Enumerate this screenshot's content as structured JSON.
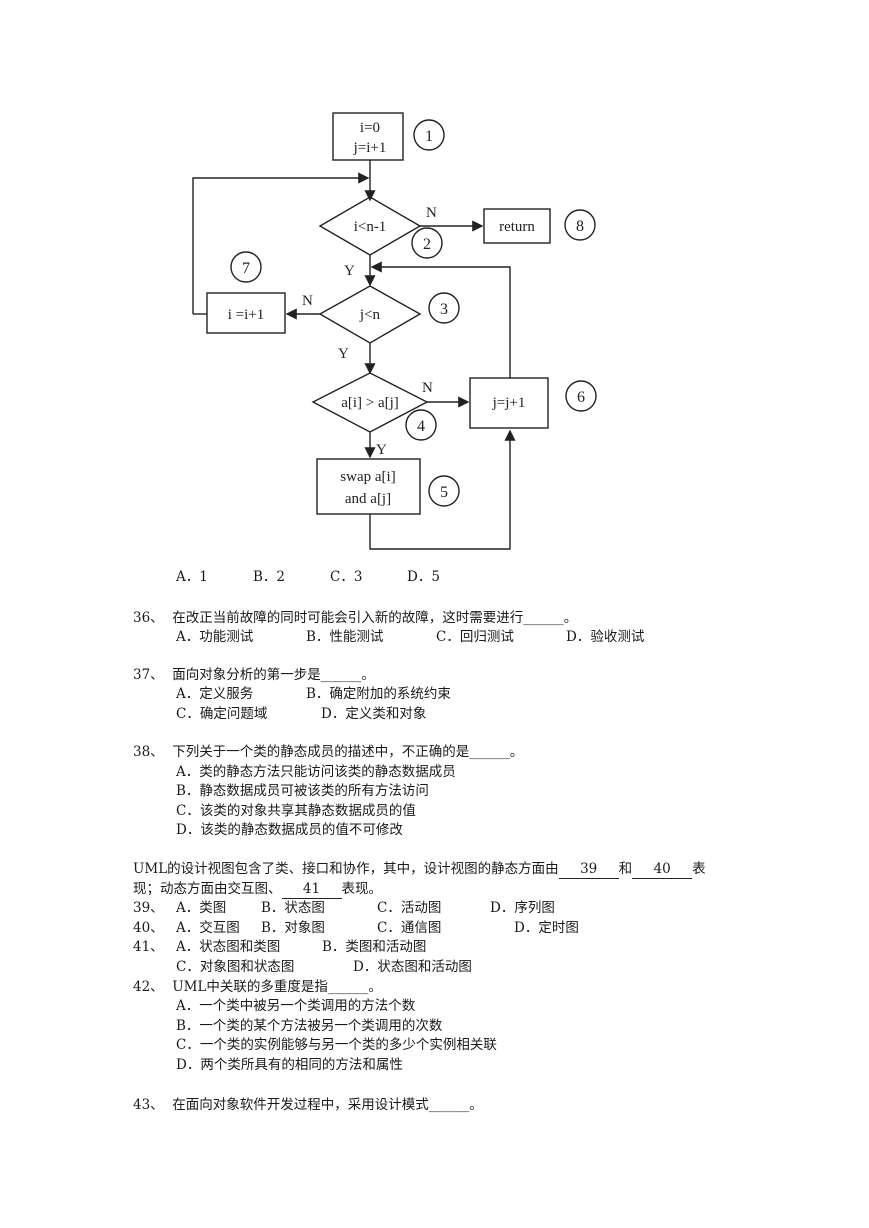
{
  "flowchart": {
    "nodes": {
      "n1_line1": "i=0",
      "n1_line2": "j=i+1",
      "n2": "i<n-1",
      "n3": "j<n",
      "n4": "a[i] > a[j]",
      "n5_line1": "swap a[i]",
      "n5_line2": "and a[j]",
      "n6": "j=j+1",
      "n7": "i =i+1",
      "n8": "return"
    },
    "circles": [
      "1",
      "2",
      "3",
      "4",
      "5",
      "6",
      "7",
      "8"
    ],
    "edge_labels": {
      "yes": "Y",
      "no": "N"
    }
  },
  "q35_options": [
    "A．1",
    "B．2",
    "C．3",
    "D．5"
  ],
  "q36": {
    "stem": "36、  在改正当前故障的同时可能会引入新的故障，这时需要进行______。",
    "options": [
      "A．功能测试",
      "B．性能测试",
      "C．回归测试",
      "D．验收测试"
    ]
  },
  "q37": {
    "stem": "37、  面向对象分析的第一步是______。",
    "options": [
      "A．定义服务",
      "B．确定附加的系统约束",
      "C．确定问题域",
      "D．定义类和对象"
    ]
  },
  "q38": {
    "stem": "38、  下列关于一个类的静态成员的描述中，不正确的是______。",
    "options": [
      "A．类的静态方法只能访问该类的静态数据成员",
      "B．静态数据成员可被该类的所有方法访问",
      "C．该类的对象共享其静态数据成员的值",
      "D．该类的静态数据成员的值不可修改"
    ]
  },
  "q39_41": {
    "stem_part1": "UML的设计视图包含了类、接口和协作，其中，设计视图的静态方面由",
    "blank39": "39",
    "stem_part2": "和",
    "blank40": "40",
    "stem_part3": "表",
    "stem_line2_part1": "现；动态方面由交互图、",
    "blank41": "41",
    "stem_line2_part2": "表现。",
    "q39_prefix": "39、",
    "q39_options": [
      "A．类图",
      "B．状态图",
      "C．活动图",
      "D．序列图"
    ],
    "q40_prefix": "40、",
    "q40_options": [
      "A．交互图",
      "B．对象图",
      "C．通信图",
      "D．定时图"
    ],
    "q41_prefix": "41、",
    "q41_options": [
      "A．状态图和类图",
      "B．类图和活动图",
      "C．对象图和状态图",
      "D．状态图和活动图"
    ]
  },
  "q42": {
    "stem": "42、  UML中关联的多重度是指______。",
    "options": [
      "A．一个类中被另一个类调用的方法个数",
      "B．一个类的某个方法被另一个类调用的次数",
      "C．一个类的实例能够与另一个类的多少个实例相关联",
      "D．两个类所具有的相同的方法和属性"
    ]
  },
  "q43": {
    "stem": "43、  在面向对象软件开发过程中，采用设计模式______。"
  }
}
